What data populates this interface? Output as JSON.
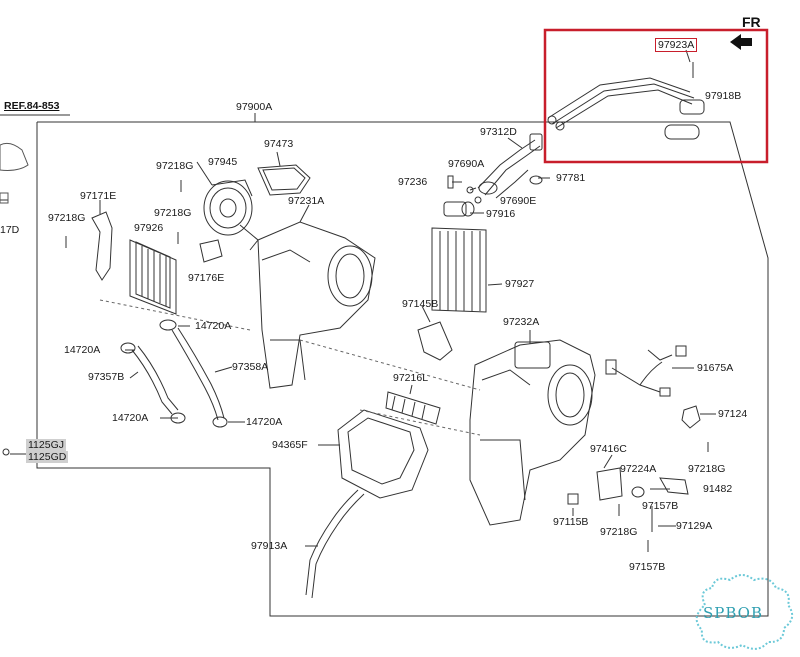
{
  "diagram": {
    "title": "97900A",
    "direction_label": "FR",
    "ref_label": "REF.84-853",
    "highlight_color": "#c81e2b",
    "watermark": "SPBOB",
    "watermark_color": "#2f9fb1",
    "parts": {
      "p97923A": "97923A",
      "p97918B": "97918B",
      "p97312D": "97312D",
      "p97690A": "97690A",
      "p97236": "97236",
      "p97781": "97781",
      "p97690E": "97690E",
      "p97916": "97916",
      "p97473": "97473",
      "p97218G_1": "97218G",
      "p97945": "97945",
      "p97171E": "97171E",
      "p97218G_2": "97218G",
      "p97231A": "97231A",
      "p97218G_3": "97218G",
      "p97926": "97926",
      "p97176E": "97176E",
      "p97927": "97927",
      "p97145B": "97145B",
      "p14720A_1": "14720A",
      "p97232A": "97232A",
      "p14720A_2": "14720A",
      "p97357B": "97357B",
      "p97358A": "97358A",
      "p91675A": "91675A",
      "p97216L": "97216L",
      "p97124": "97124",
      "p14720A_3": "14720A",
      "p14720A_4": "14720A",
      "p1125GJ": "1125GJ",
      "p1125GD": "1125GD",
      "p94365F": "94365F",
      "p97416C": "97416C",
      "p97218G_4": "97218G",
      "p97224A": "97224A",
      "p91482": "91482",
      "p97157B_1": "97157B",
      "p97115B": "97115B",
      "p97218G_5": "97218G",
      "p97129A": "97129A",
      "p97913A": "97913A",
      "p97157B_2": "97157B",
      "p17D": "17D"
    }
  }
}
